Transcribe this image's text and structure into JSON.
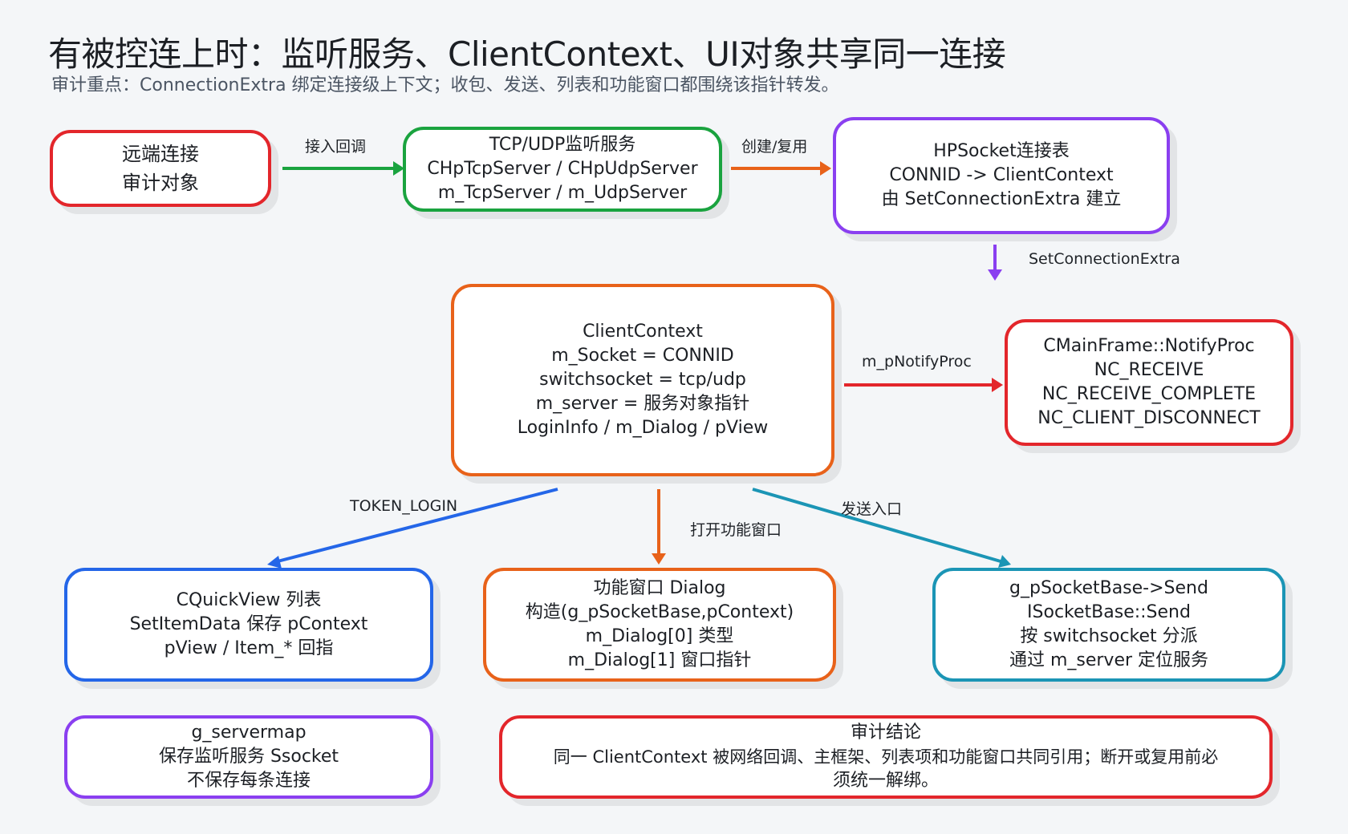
{
  "title": "有被控连上时：监听服务、ClientContext、UI对象共享同一连接",
  "subtitle": "审计重点：ConnectionExtra 绑定连接级上下文；收包、发送、列表和功能窗口都围绕该指针转发。",
  "nodes": {
    "remote": {
      "lines": [
        "远端连接",
        "审计对象"
      ],
      "color": "#e3262b"
    },
    "listener": {
      "lines": [
        "TCP/UDP监听服务",
        "CHpTcpServer / CHpUdpServer",
        "m_TcpServer / m_UdpServer"
      ],
      "color": "#1aa33f"
    },
    "hpsocket": {
      "lines": [
        "HPSocket连接表",
        "CONNID -> ClientContext",
        "由 SetConnectionExtra 建立"
      ],
      "color": "#8a3ff0"
    },
    "clientctx": {
      "lines": [
        "ClientContext",
        "m_Socket = CONNID",
        "switchsocket = tcp/udp",
        "m_server = 服务对象指针",
        "LoginInfo / m_Dialog / pView"
      ],
      "color": "#e8621a"
    },
    "notify": {
      "lines": [
        "CMainFrame::NotifyProc",
        "NC_RECEIVE",
        "NC_RECEIVE_COMPLETE",
        "NC_CLIENT_DISCONNECT"
      ],
      "color": "#e3262b"
    },
    "quickview": {
      "lines": [
        "CQuickView 列表",
        "SetItemData 保存 pContext",
        "pView / Item_* 回指"
      ],
      "color": "#2466e8"
    },
    "dialog": {
      "lines": [
        "功能窗口 Dialog",
        "构造(g_pSocketBase,pContext)",
        "m_Dialog[0] 类型",
        "m_Dialog[1] 窗口指针"
      ],
      "color": "#e8621a"
    },
    "send": {
      "lines": [
        "g_pSocketBase->Send",
        "ISocketBase::Send",
        "按 switchsocket 分派",
        "通过 m_server 定位服务"
      ],
      "color": "#1b95b5"
    },
    "servermap": {
      "lines": [
        "g_servermap",
        "保存监听服务 Ssocket",
        "不保存每条连接"
      ],
      "color": "#8a3ff0"
    },
    "conclusion": {
      "lines": [
        "审计结论",
        "同一 ClientContext 被网络回调、主框架、列表项和功能窗口共同引用；断开或复用前必",
        "须统一解绑。"
      ],
      "color": "#e3262b"
    }
  },
  "edges": {
    "remote_listener": {
      "label": "接入回调",
      "color": "#1aa33f"
    },
    "listener_hpsocket": {
      "label": "创建/复用",
      "color": "#e8621a"
    },
    "hpsocket_clientctx": {
      "label": "SetConnectionExtra",
      "color": "#8a3ff0"
    },
    "clientctx_notify": {
      "label": "m_pNotifyProc",
      "color": "#e3262b"
    },
    "clientctx_quickview": {
      "label": "TOKEN_LOGIN",
      "color": "#2466e8"
    },
    "clientctx_dialog": {
      "label": "打开功能窗口",
      "color": "#e8621a"
    },
    "clientctx_send": {
      "label": "发送入口",
      "color": "#1b95b5"
    }
  }
}
